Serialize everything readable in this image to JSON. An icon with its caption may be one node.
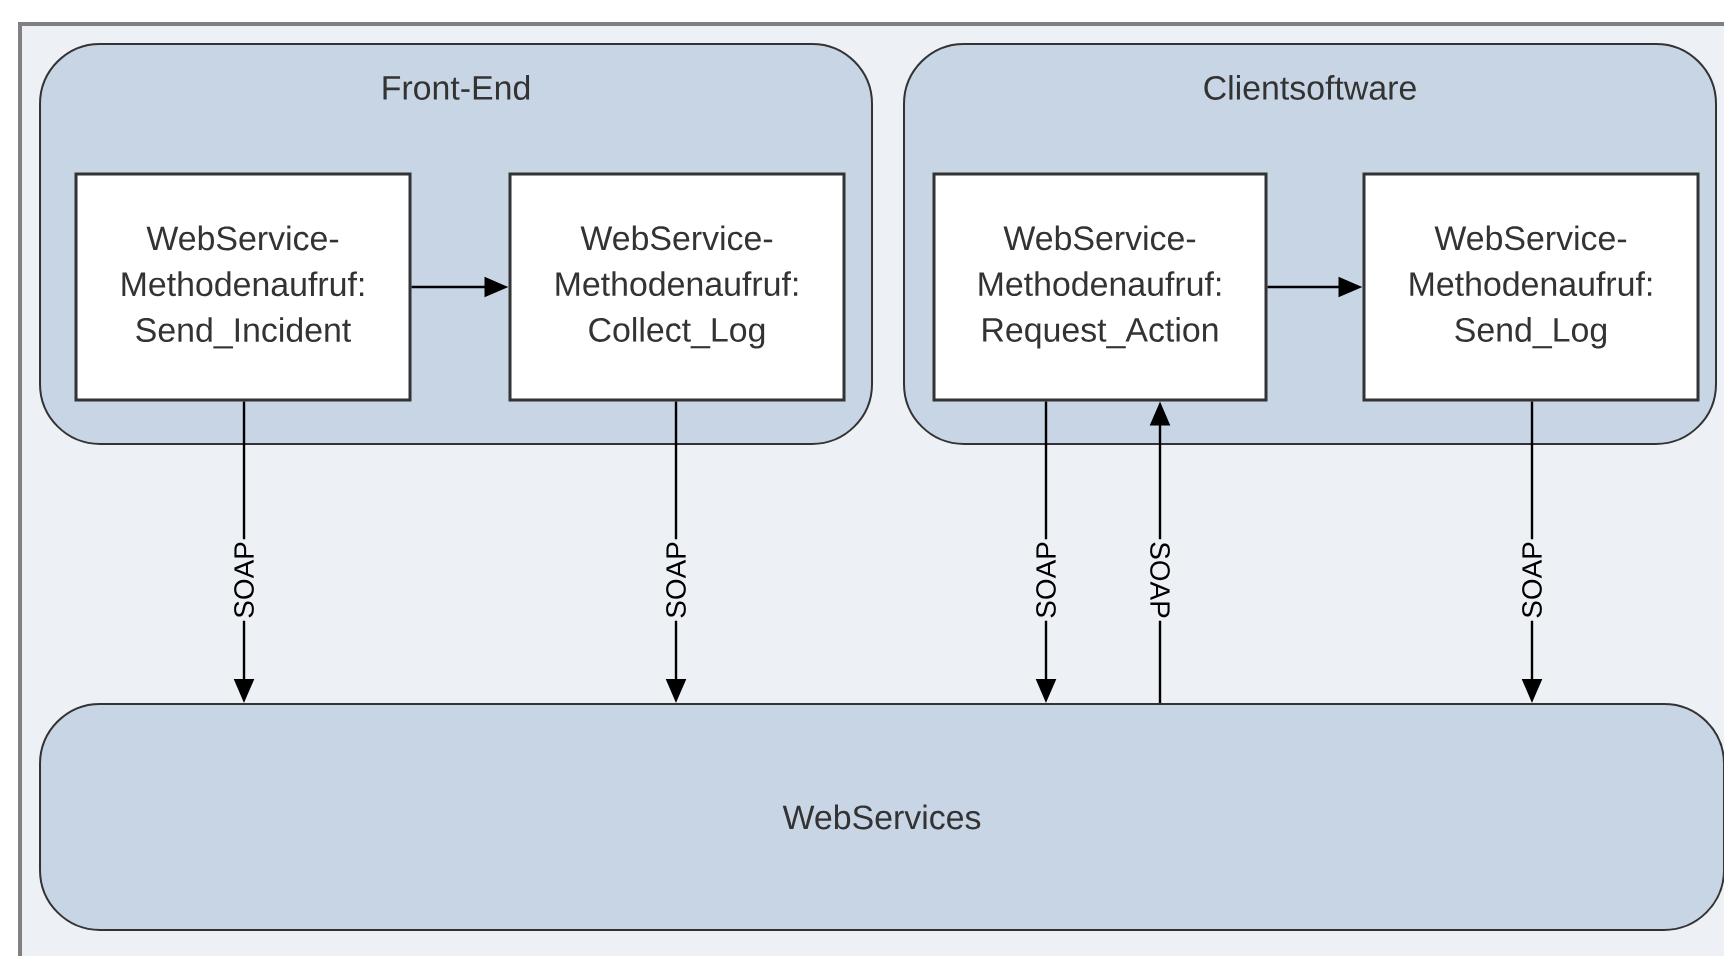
{
  "diagram": {
    "nodes": [
      {
        "text": [
          "Front-End"
        ]
      },
      {
        "text": [
          "WebService-Methodenaufruf: Send_Incident"
        ],
        "in": 0
      },
      {
        "text": [
          "WebService-Methodenaufruf: Collect_Log"
        ],
        "in": 0
      },
      {
        "text": [
          "Clientsoftware"
        ]
      },
      {
        "text": [
          "WebService-Methodenaufruf: Request_Action"
        ],
        "in": 3
      },
      {
        "text": [
          "WebService-Methodenaufruf: Send_Log"
        ],
        "in": 3
      },
      {
        "text": [
          "WebServices"
        ]
      }
    ],
    "edges": [
      {
        "from": 1,
        "to": 2,
        "arrow": "to"
      },
      {
        "from": 4,
        "to": 5,
        "arrow": "to"
      },
      {
        "from": 1,
        "to": 6,
        "arrow": "to",
        "label": "SOAP"
      },
      {
        "from": 2,
        "to": 6,
        "arrow": "to",
        "label": "SOAP"
      },
      {
        "from": 4,
        "to": 6,
        "arrow": "to",
        "label": "SOAP"
      },
      {
        "from": 6,
        "to": 4,
        "arrow": "to",
        "label": "SOAP"
      },
      {
        "from": 5,
        "to": 6,
        "arrow": "to",
        "label": "SOAP"
      }
    ]
  }
}
